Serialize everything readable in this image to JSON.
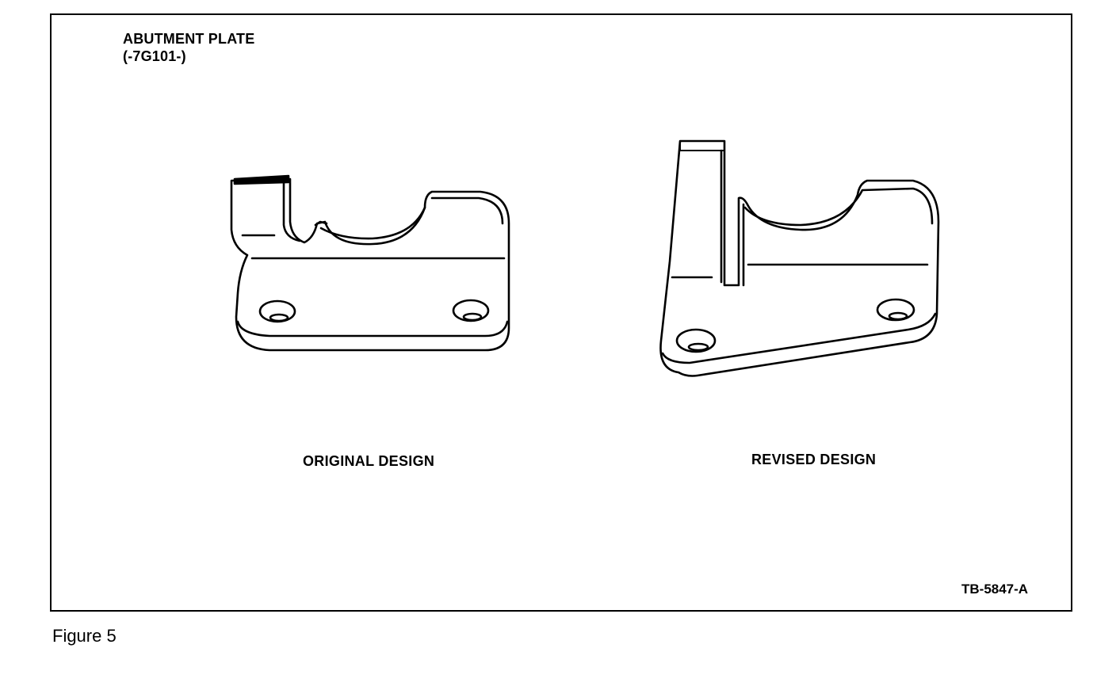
{
  "header": {
    "part_name": "ABUTMENT PLATE",
    "part_number": "(-7G101-)"
  },
  "captions": {
    "original": "ORIGINAL DESIGN",
    "revised": "REVISED DESIGN"
  },
  "reference_code": "TB-5847-A",
  "figure_label": "Figure 5"
}
